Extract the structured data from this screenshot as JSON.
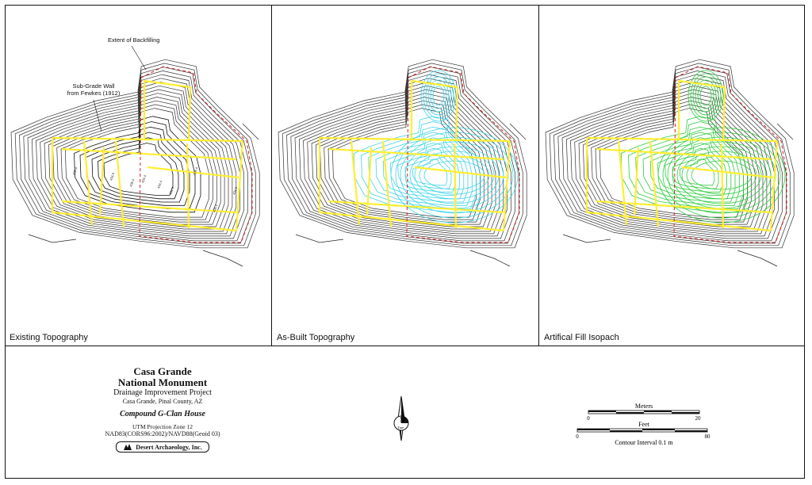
{
  "panels": [
    {
      "label": "Existing Topography",
      "contour_color": "#222222"
    },
    {
      "label": "As-Built Topography",
      "contour_color": "#3fd4e8"
    },
    {
      "label": "Artifical Fill Isopach",
      "contour_color": "#2ecc40"
    }
  ],
  "colors": {
    "wall": "#ffee33",
    "backfill": "#d32222",
    "contour": "#333333"
  },
  "callouts": {
    "backfill": "Extent of Backfilling",
    "wall_line1": "Sub-Grade Wall",
    "wall_line2": "from Fewkes (1912)"
  },
  "elevation_labels": [
    "435.4",
    "434.9",
    "435.4",
    "434.4",
    "434.4",
    "434.9",
    "435.4",
    "434.9",
    "434.4"
  ],
  "title_block": {
    "line1": "Casa Grande",
    "line2": "National Monument",
    "line3": "Drainage Improvement Project",
    "line4": "Casa Grande, Pinal County, AZ",
    "line5": "Compound G-Clan House",
    "line6": "UTM Projection Zone 12",
    "line7": "NAD83(CORS96:2002)/NAVD88(Geoid 03)",
    "logo_text": "Desert Archaeology, Inc."
  },
  "north_arrow": {
    "letter": "N",
    "label": "True",
    "icon": "north-arrow-icon"
  },
  "scale_bars": {
    "meters_label": "Meters",
    "meters_start": "0",
    "meters_end": "20",
    "feet_label": "Feet",
    "feet_start": "0",
    "feet_end": "80",
    "contour_interval": "Contour Interval 0.1 m"
  }
}
